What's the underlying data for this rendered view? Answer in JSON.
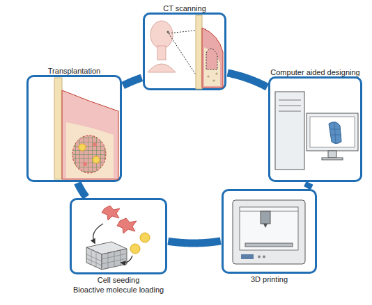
{
  "diagram": {
    "nodes": [
      {
        "text": [
          "CT scanning"
        ]
      },
      {
        "text": [
          "Computer aided designing"
        ]
      },
      {
        "text": [
          "3D printing"
        ]
      },
      {
        "text": [
          "Cell seeding",
          "Bioactive molecule loading"
        ]
      },
      {
        "text": [
          "Transplantation"
        ]
      }
    ],
    "edges": [
      {
        "from": 0,
        "to": 1,
        "arrow": "none"
      },
      {
        "from": 1,
        "to": 2,
        "arrow": "none"
      },
      {
        "from": 2,
        "to": 3,
        "arrow": "none"
      },
      {
        "from": 3,
        "to": 4,
        "arrow": "none"
      },
      {
        "from": 4,
        "to": 0,
        "arrow": "none"
      }
    ]
  }
}
